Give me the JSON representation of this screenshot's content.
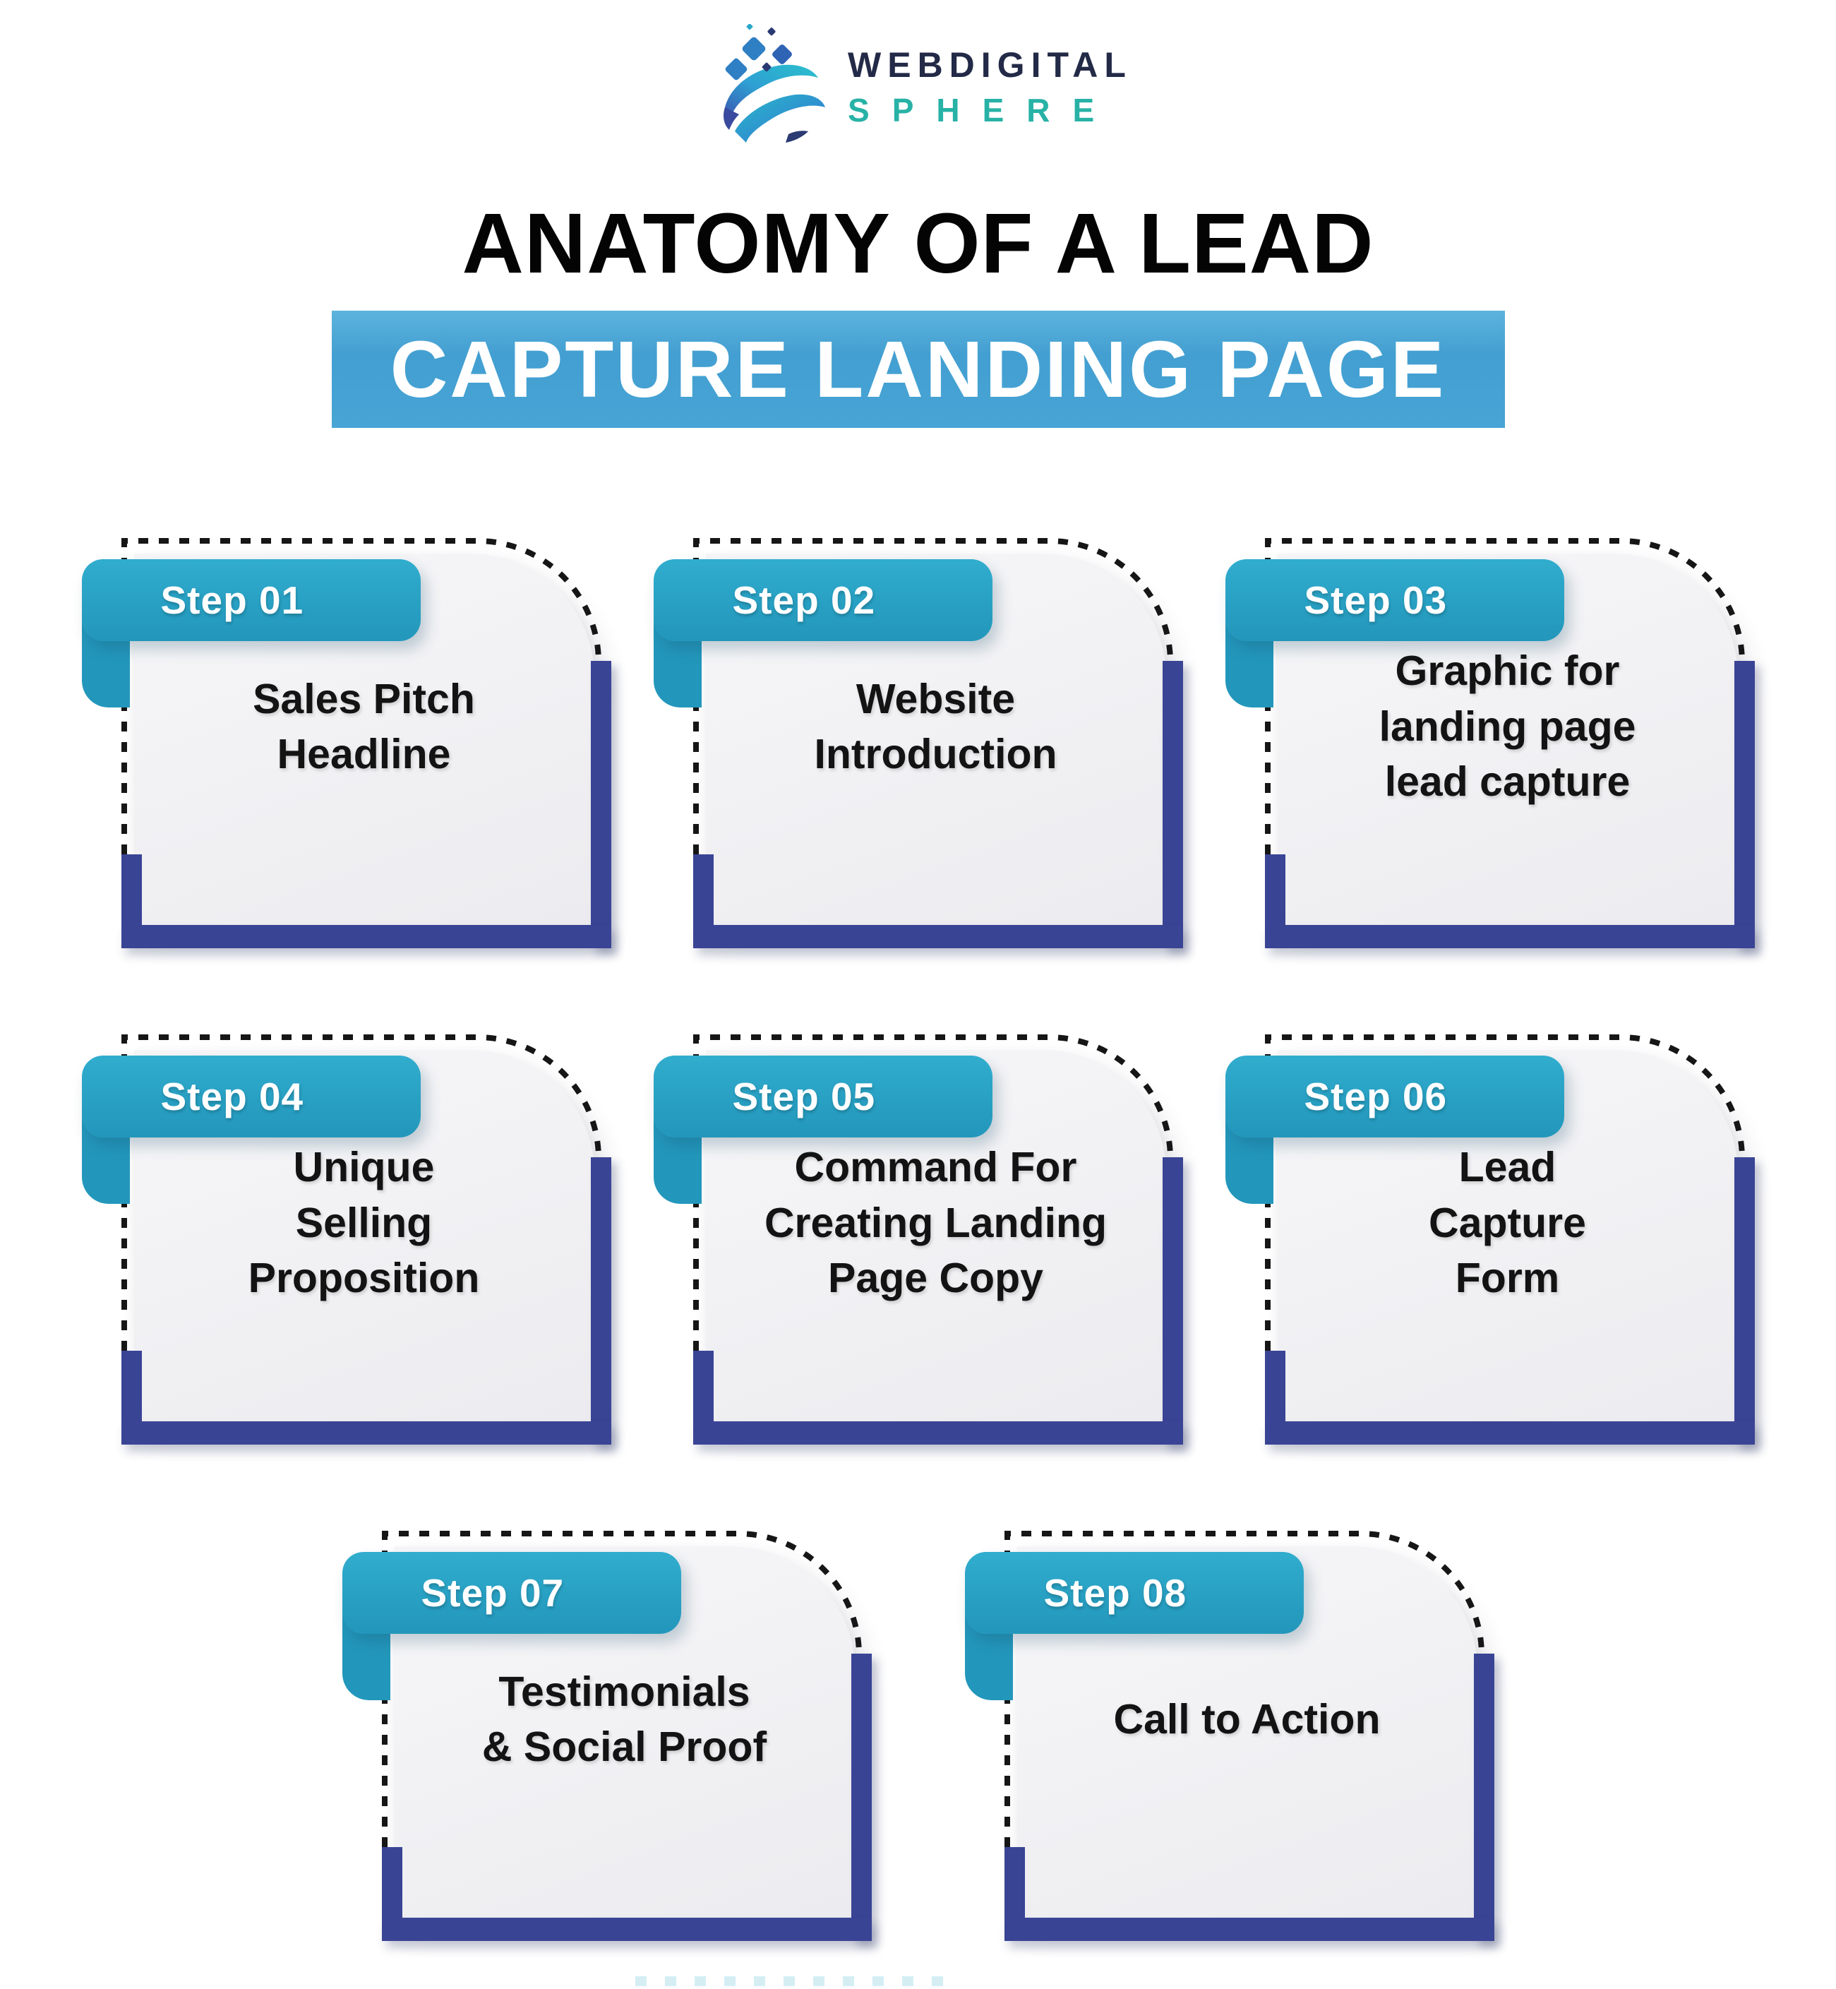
{
  "logo": {
    "name_top": "WEBDIGITAL",
    "name_bottom": "SPHERE",
    "icon": "sphere-swirl-with-diamonds"
  },
  "title": {
    "line1": "ANATOMY OF A LEAD",
    "line2": "CAPTURE LANDING PAGE"
  },
  "colors": {
    "title_bar_blue": "#47a4d5",
    "ribbon_teal": "#28a0c3",
    "navy_accent": "#3a4495",
    "card_body_gray": "#f1f1f4",
    "dash_black": "#161616",
    "logo_navy": "#232a47",
    "logo_teal": "#28b2a6",
    "title_text_black": "#040404",
    "title_bar_text_white": "#ffffff"
  },
  "steps": [
    {
      "label": "Step 01",
      "title": "Sales Pitch\nHeadline"
    },
    {
      "label": "Step 02",
      "title": "Website\nIntroduction"
    },
    {
      "label": "Step 03",
      "title": "Graphic for\nlanding page\nlead capture"
    },
    {
      "label": "Step 04",
      "title": "Unique\nSelling\nProposition"
    },
    {
      "label": "Step 05",
      "title": "Command For\nCreating Landing\nPage Copy"
    },
    {
      "label": "Step 06",
      "title": "Lead\nCapture\nForm"
    },
    {
      "label": "Step 07",
      "title": "Testimonials\n& Social Proof"
    },
    {
      "label": "Step 08",
      "title": "Call to Action"
    }
  ]
}
